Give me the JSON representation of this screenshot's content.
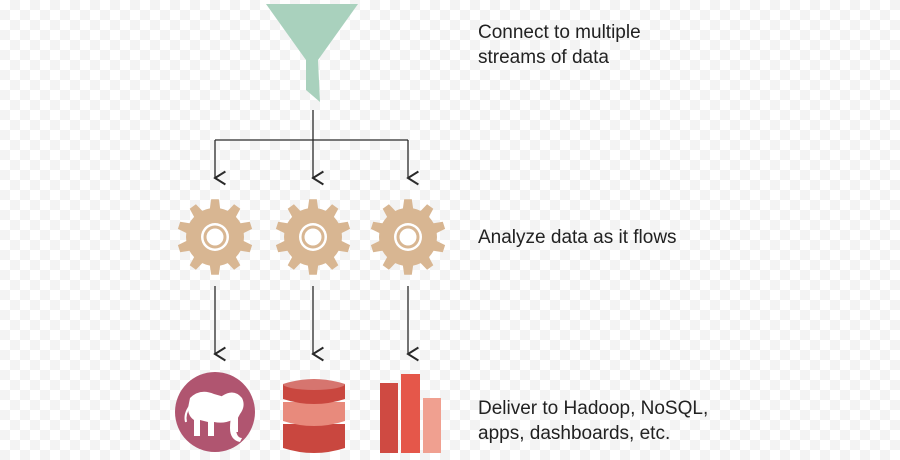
{
  "colors": {
    "funnel": "#a9d1bd",
    "gear": "#d8b692",
    "gear_hole": "#ffffff",
    "arrow": "#2b2b2b",
    "hadoop": "#b05570",
    "db_light": "#e88a7c",
    "db_dark": "#c9473f",
    "bar_dark": "#cf4a42",
    "bar_mid": "#e5574a",
    "bar_light": "#f0a090"
  },
  "icons": {
    "funnel": "funnel-icon",
    "gear": "gear-icon",
    "hadoop": "elephant-icon",
    "nosql": "database-icon",
    "dashboard": "bar-chart-icon"
  },
  "steps": {
    "connect": {
      "line1": "Connect to multiple",
      "line2": "streams of data"
    },
    "analyze": {
      "line1": "Analyze data as it flows"
    },
    "deliver": {
      "line1": "Deliver to Hadoop, NoSQL,",
      "line2": "apps, dashboards, etc."
    }
  }
}
